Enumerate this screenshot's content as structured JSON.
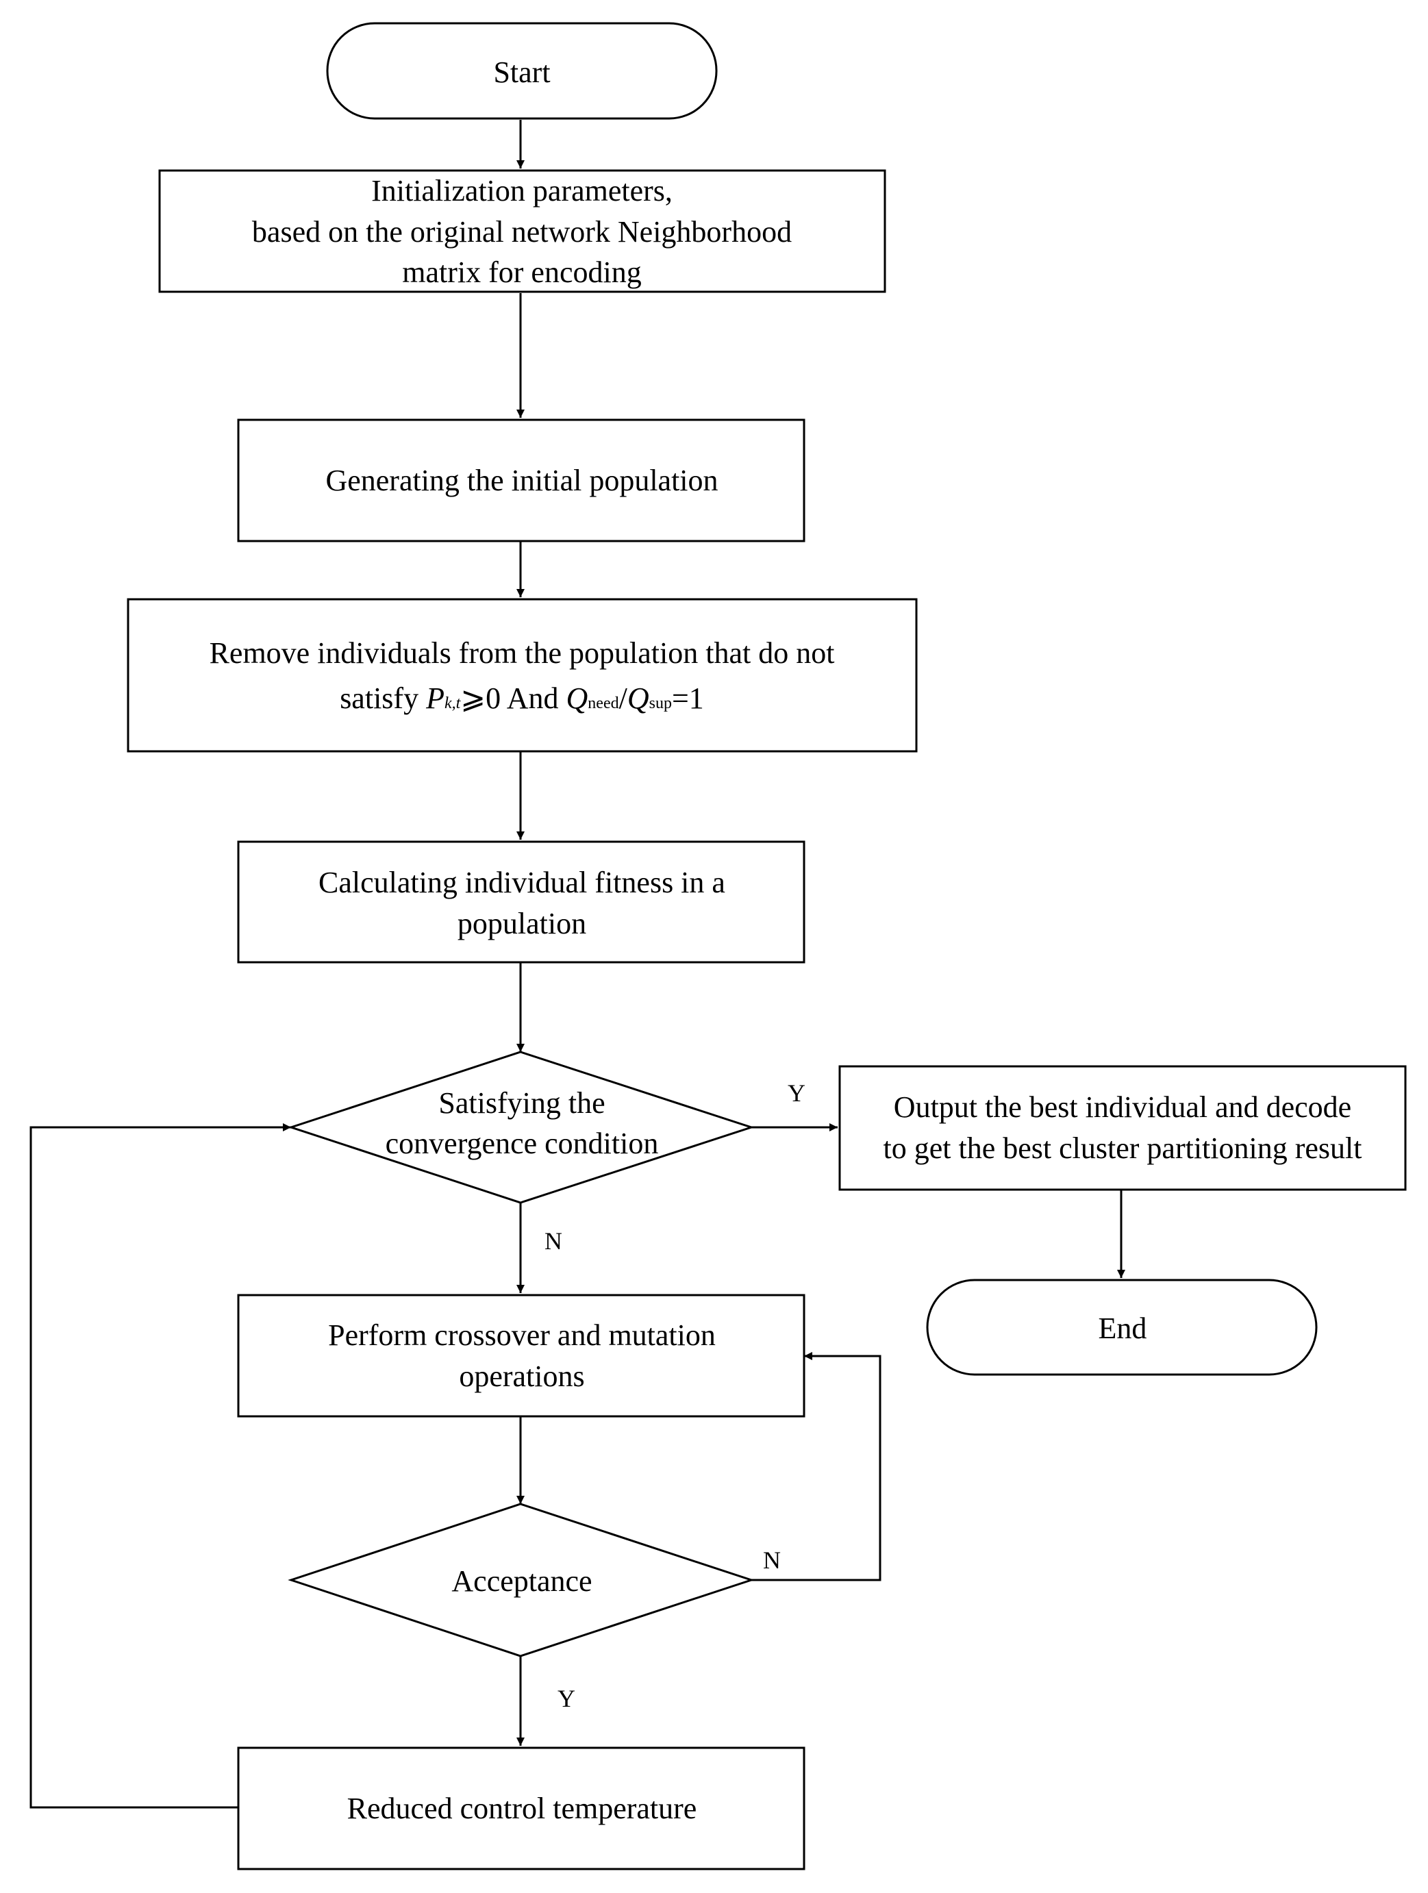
{
  "nodes": {
    "start": "Start",
    "init_line1": "Initialization parameters,",
    "init_line2": "based on the original network Neighborhood",
    "init_line3": "matrix for encoding",
    "generate": "Generating the initial population",
    "remove_line1": "Remove individuals from the population that do not",
    "remove_satisfy": "satisfy ",
    "remove_P": "P",
    "remove_P_sub": "k,t",
    "remove_geq": "⩾0 And ",
    "remove_Q1": "Q",
    "remove_Q1_sub": "need",
    "remove_slash": "/",
    "remove_Q2": "Q",
    "remove_Q2_sub": "sup",
    "remove_eq": "=1",
    "fitness_line1": "Calculating individual fitness in a",
    "fitness_line2": "population",
    "convergence_line1": "Satisfying the",
    "convergence_line2": "convergence condition",
    "output_line1": "Output the best individual and decode",
    "output_line2": "to get the best cluster partitioning result",
    "end": "End",
    "crossover_line1": "Perform crossover and mutation",
    "crossover_line2": "operations",
    "acceptance": "Acceptance",
    "reduce": "Reduced control temperature"
  },
  "edge_labels": {
    "convergence_yes": "Y",
    "convergence_no": "N",
    "acceptance_no": "N",
    "acceptance_yes": "Y"
  }
}
